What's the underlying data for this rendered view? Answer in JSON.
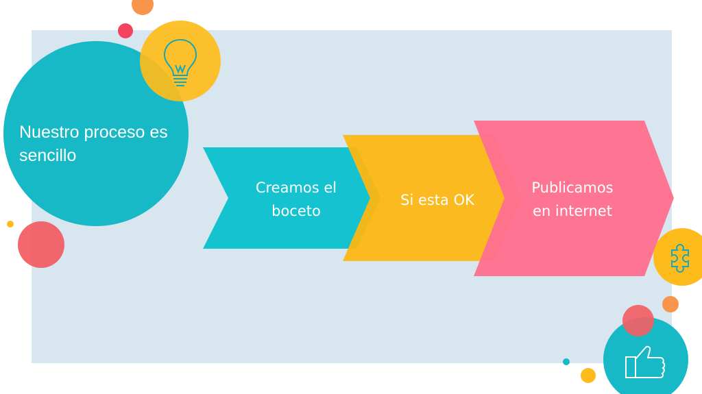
{
  "title": "Nuestro proceso es sencillo",
  "steps": [
    {
      "label": "Creamos el boceto",
      "color": "#14c3cf"
    },
    {
      "label": "Si esta OK",
      "color": "#fdb714"
    },
    {
      "label": "Publicamos en internet",
      "color": "#fe718e"
    }
  ],
  "colors": {
    "background_panel": "#d8e6ef",
    "teal": "#17b9c6",
    "yellow": "#fdbc1c",
    "red": "#f25f65",
    "orange": "#f7954c",
    "pink": "#f4425f"
  },
  "icons": [
    "lightbulb-icon",
    "puzzle-icon",
    "thumbs-up-icon"
  ]
}
